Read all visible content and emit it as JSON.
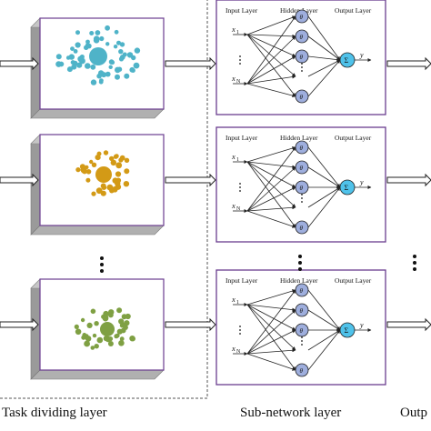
{
  "labels": {
    "task_dividing": "Task dividing layer",
    "sub_network": "Sub-network layer",
    "output_partial": "Outp"
  },
  "network": {
    "input_layer": "Input Layer",
    "hidden_layer": "Hidden Layer",
    "output_layer": "Output Layer",
    "x_first": "x",
    "x_first_sub": "1",
    "x_last": "x",
    "x_last_sub": "N",
    "hidden_node": "θ",
    "sum_node": "Σ",
    "y": "y"
  },
  "colors": {
    "frame_border": "#6a3d8f",
    "box_front": "#ffffff",
    "box_side": "#9a9a9a",
    "box_top": "#c6c6c6",
    "cluster_1": "#4fb3c8",
    "cluster_2": "#d39a16",
    "cluster_3": "#7fa043",
    "hidden_node_fill": "#9eaedd",
    "sum_node_fill": "#4fc2ea"
  },
  "icons": {
    "arrows": "hollow-right-arrow",
    "ellipsis": "vertical-dots"
  }
}
